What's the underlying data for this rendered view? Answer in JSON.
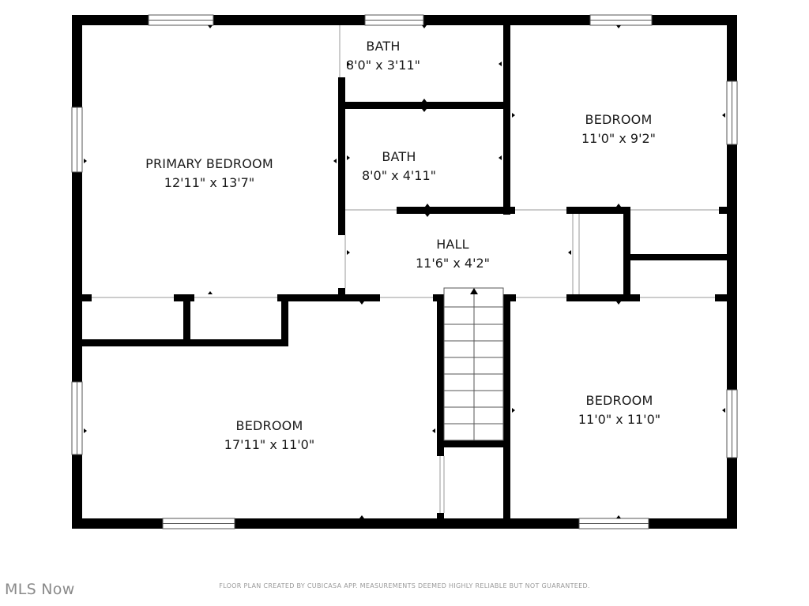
{
  "rooms": {
    "primary_bedroom": {
      "name": "PRIMARY BEDROOM",
      "dims": "12'11\" x 13'7\""
    },
    "bath_upper": {
      "name": "BATH",
      "dims": "8'0\" x 3'11\""
    },
    "bath_lower": {
      "name": "BATH",
      "dims": "8'0\" x 4'11\""
    },
    "bedroom_ne": {
      "name": "BEDROOM",
      "dims": "11'0\" x 9'2\""
    },
    "hall": {
      "name": "HALL",
      "dims": "11'6\" x 4'2\""
    },
    "bedroom_sw": {
      "name": "BEDROOM",
      "dims": "17'11\" x 11'0\""
    },
    "bedroom_se": {
      "name": "BEDROOM",
      "dims": "11'0\" x 11'0\""
    }
  },
  "footer": {
    "watermark": "MLS Now",
    "disclaimer": "FLOOR PLAN CREATED BY CUBICASA APP. MEASUREMENTS DEEMED HIGHLY RELIABLE BUT NOT GUARANTEED."
  }
}
